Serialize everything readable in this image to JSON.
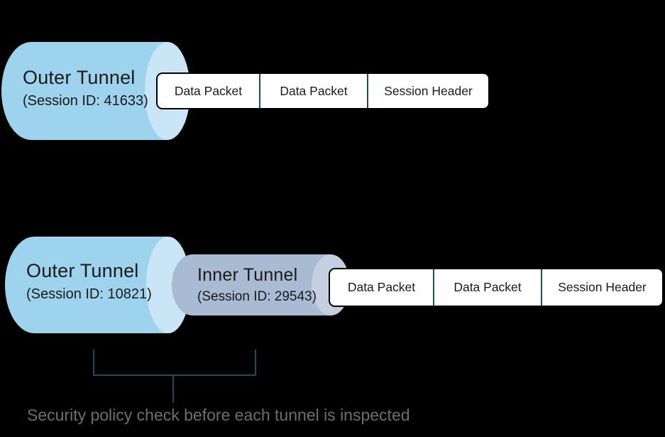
{
  "colors": {
    "canvas-bg": "#000000",
    "outer-tunnel-body": "#9ED3EE",
    "outer-tunnel-cap": "#C9E5F6",
    "inner-tunnel-body": "#A9BAD3",
    "inner-tunnel-cap": "#C6CFE2",
    "packet-box-bg": "#FFFFFF",
    "packet-box-border": "#000000",
    "packet-separator": "#1F4E5E",
    "bracket-line": "#1D4B5E",
    "label-text": "#1A1A1A",
    "caption-text": "#6E6E6E"
  },
  "top_diagram": {
    "outer_tunnel": {
      "title": "Outer Tunnel",
      "subtitle": "(Session ID: 41633)"
    },
    "packets": [
      "Data Packet",
      "Data Packet",
      "Session Header"
    ]
  },
  "bottom_diagram": {
    "outer_tunnel": {
      "title": "Outer Tunnel",
      "subtitle": "(Session ID: 10821)"
    },
    "inner_tunnel": {
      "title": "Inner Tunnel",
      "subtitle": "(Session ID: 29543)"
    },
    "packets": [
      "Data Packet",
      "Data Packet",
      "Session Header"
    ],
    "caption": "Security policy check before each tunnel is inspected"
  }
}
